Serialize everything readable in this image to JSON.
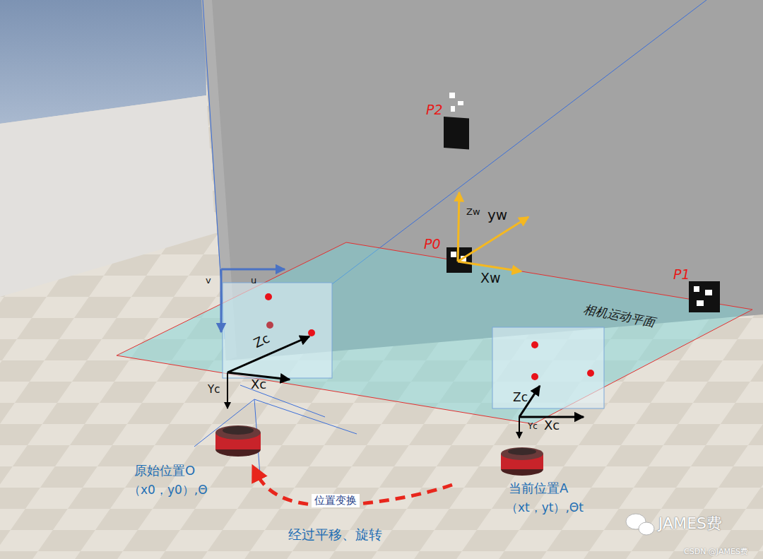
{
  "diagram": {
    "labels": [
      "P2",
      "Zw",
      "yw",
      "P0",
      "Xw",
      "P1",
      "v",
      "u",
      "相机运动平面",
      "Zc",
      "Xc",
      "Yc",
      "Zc",
      "Xc",
      "Yc",
      "原始位置O",
      "（x0，y0）,Θ",
      "当前位置A",
      "（xt，yt）,Θt",
      "位置变换",
      "经过平移、旋转",
      "JAMES费",
      "CSDN @JAMES费"
    ]
  }
}
